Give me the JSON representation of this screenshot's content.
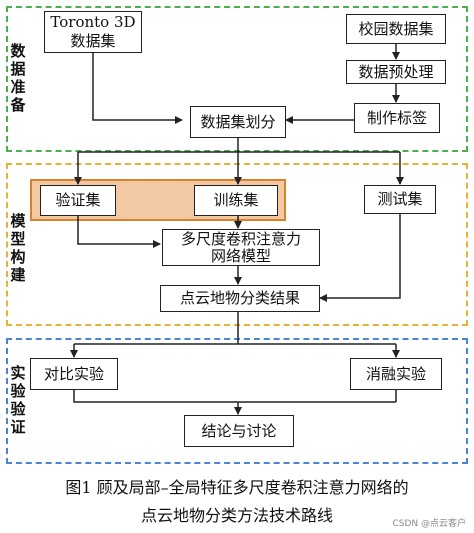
{
  "sections": {
    "data_prep": "数据准备",
    "model_build": "模型构建",
    "experiment": "实验验证"
  },
  "nodes": {
    "toronto": "Toronto 3D\n数据集",
    "campus": "校园数据集",
    "preprocess": "数据预处理",
    "labeling": "制作标签",
    "split": "数据集划分",
    "validation": "验证集",
    "training": "训练集",
    "test": "测试集",
    "model": "多尺度卷积注意力\n网络模型",
    "classify": "点云地物分类结果",
    "comparison": "对比实验",
    "ablation": "消融实验",
    "conclusion": "结论与讨论"
  },
  "caption": {
    "line1": "图1  顾及局部–全局特征多尺度卷积注意力网络的",
    "line2": "点云地物分类方法技术路线"
  },
  "watermark": "CSDN @点云客户",
  "colors": {
    "data_section": "#49b04a",
    "model_section": "#e6b233",
    "experiment_section": "#4a86d6",
    "highlight_fill": "#f3c9a3",
    "highlight_border": "#d9822b"
  }
}
